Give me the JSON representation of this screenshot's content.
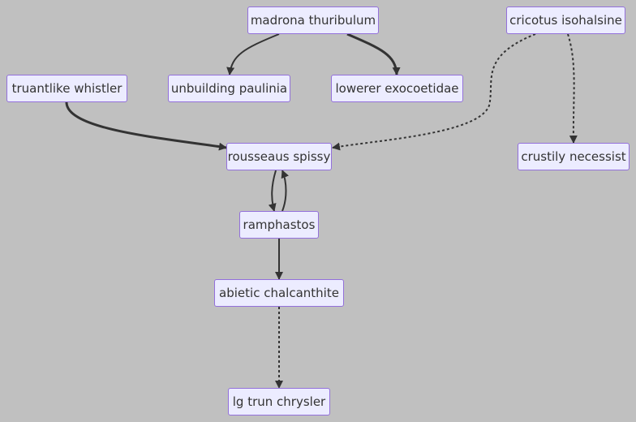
{
  "diagram": {
    "type": "flowchart",
    "colors": {
      "background": "#c0c0c0",
      "node_fill": "#ececff",
      "node_border": "#9370db",
      "edge": "#333333",
      "text": "#333333"
    },
    "nodes": {
      "madrona": "madrona thuribulum",
      "cricotus": "cricotus isohalsine",
      "truantlike": "truantlike whistler",
      "unbuilding": "unbuilding paulinia",
      "lowerer": "lowerer exocoetidae",
      "rousseaus": "rousseaus spissy",
      "crustily": "crustily necessist",
      "ramphastos": "ramphastos",
      "abietic": "abietic chalcanthite",
      "lgtrun": "lg trun chrysler"
    },
    "edges": [
      {
        "from": "madrona",
        "to": "unbuilding",
        "style": "solid"
      },
      {
        "from": "madrona",
        "to": "lowerer",
        "style": "thick"
      },
      {
        "from": "truantlike",
        "to": "rousseaus",
        "style": "thick"
      },
      {
        "from": "cricotus",
        "to": "rousseaus",
        "style": "dotted"
      },
      {
        "from": "cricotus",
        "to": "crustily",
        "style": "dotted"
      },
      {
        "from": "rousseaus",
        "to": "ramphastos",
        "style": "solid"
      },
      {
        "from": "ramphastos",
        "to": "rousseaus",
        "style": "solid"
      },
      {
        "from": "ramphastos",
        "to": "abietic",
        "style": "solid"
      },
      {
        "from": "abietic",
        "to": "lgtrun",
        "style": "dotted"
      }
    ]
  }
}
